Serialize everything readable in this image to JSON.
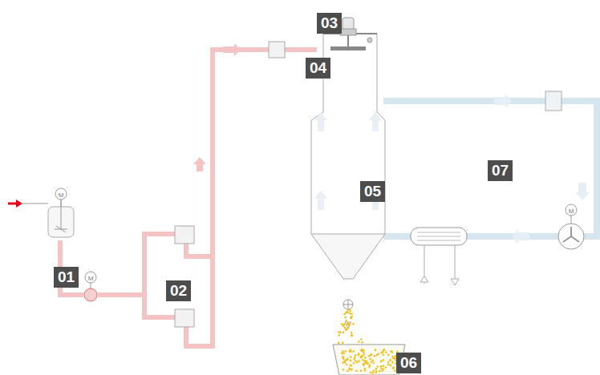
{
  "diagram": {
    "labels": [
      "01",
      "02",
      "03",
      "04",
      "05",
      "06",
      "07"
    ]
  }
}
